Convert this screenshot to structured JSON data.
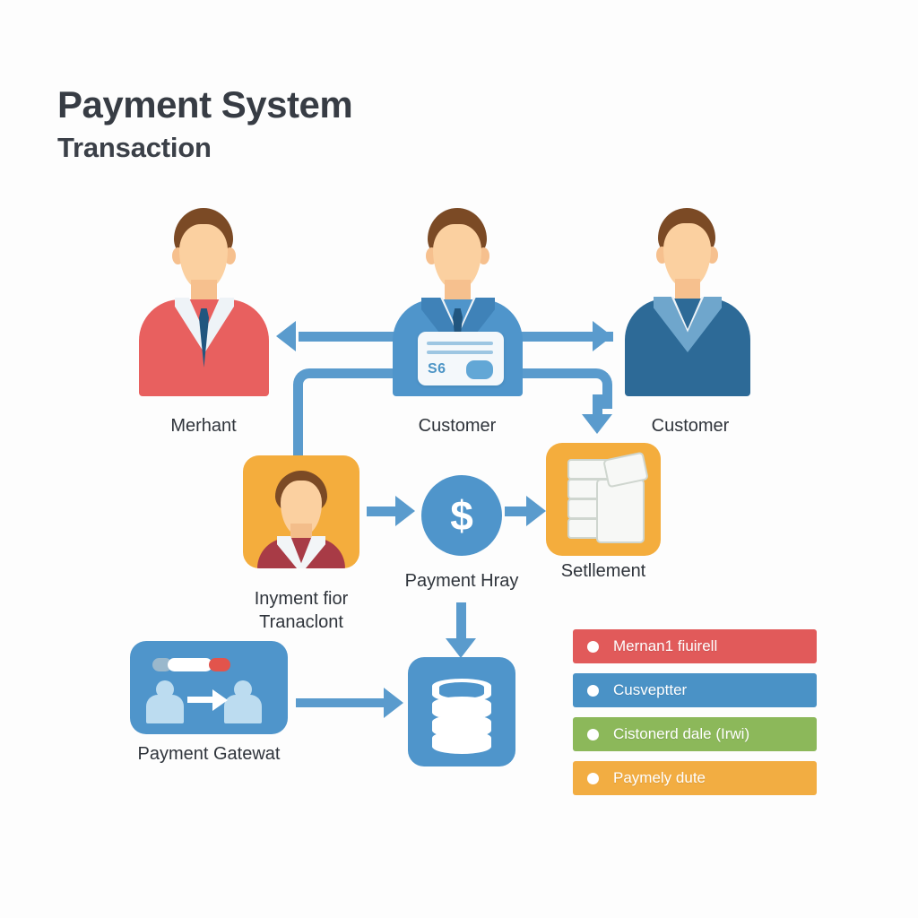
{
  "title": {
    "main": "Payment System",
    "sub": "Transaction"
  },
  "colors": {
    "background": "#fdfdfd",
    "arrow": "#5a9bcd",
    "title_text": "#373c44",
    "label_text": "#2f343b",
    "merchant_red": "#e8605f",
    "customer_blue": "#4f95cb",
    "customer_dark_blue": "#2d6a97",
    "tile_orange": "#f4ad3d",
    "legend_red": "#e15a5a",
    "legend_blue": "#4a92c6",
    "legend_green": "#8cb85a",
    "legend_orange": "#f2ad42"
  },
  "nodes": {
    "merchant": {
      "label": "Merhant",
      "icon": "person-red-icon"
    },
    "customer_center": {
      "label": "Customer",
      "icon": "person-with-card-icon",
      "card_text": "S6"
    },
    "customer_right": {
      "label": "Customer",
      "icon": "person-blue-icon"
    },
    "payment_for_transaction": {
      "label": "Inyment fior\nTranaclont",
      "icon": "user-avatar-tile-icon"
    },
    "payment_array": {
      "label": "Payment Hray",
      "icon": "dollar-circle-icon",
      "symbol": "$"
    },
    "settlement": {
      "label": "Setllement",
      "icon": "document-stack-icon"
    },
    "payment_gateway": {
      "label": "Payment Gatewat",
      "icon": "gateway-transfer-icon"
    },
    "database": {
      "label": "",
      "icon": "database-stack-icon"
    }
  },
  "legend": {
    "items": [
      {
        "label": "Mernan1 fiuirell",
        "color": "#e15a5a",
        "dot": "bullet-dot"
      },
      {
        "label": "Cusveptter",
        "color": "#4a92c6",
        "dot": "bullet-dot"
      },
      {
        "label": "Cistonerd dale (Irwi)",
        "color": "#8cb85a",
        "dot": "bullet-dot"
      },
      {
        "label": "Paymely dute",
        "color": "#f2ad42",
        "dot": "bullet-dot"
      }
    ]
  }
}
